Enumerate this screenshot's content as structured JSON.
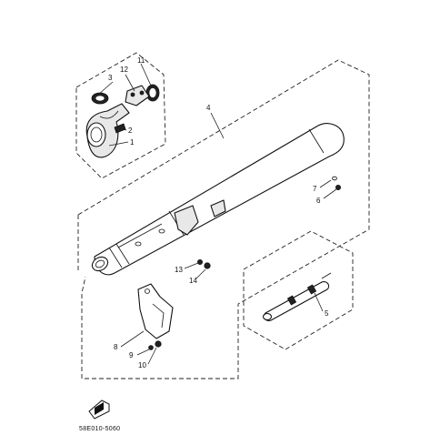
{
  "diagram": {
    "code": "58E010-5060",
    "callouts": [
      {
        "id": "c1",
        "label": "1"
      },
      {
        "id": "c2",
        "label": "2"
      },
      {
        "id": "c3",
        "label": "3"
      },
      {
        "id": "c4",
        "label": "4"
      },
      {
        "id": "c5",
        "label": "5"
      },
      {
        "id": "c6",
        "label": "6"
      },
      {
        "id": "c7",
        "label": "7"
      },
      {
        "id": "c8",
        "label": "8"
      },
      {
        "id": "c9",
        "label": "9"
      },
      {
        "id": "c10",
        "label": "10"
      },
      {
        "id": "c11",
        "label": "11"
      },
      {
        "id": "c12",
        "label": "12"
      },
      {
        "id": "c13",
        "label": "13"
      },
      {
        "id": "c14",
        "label": "14"
      }
    ]
  }
}
